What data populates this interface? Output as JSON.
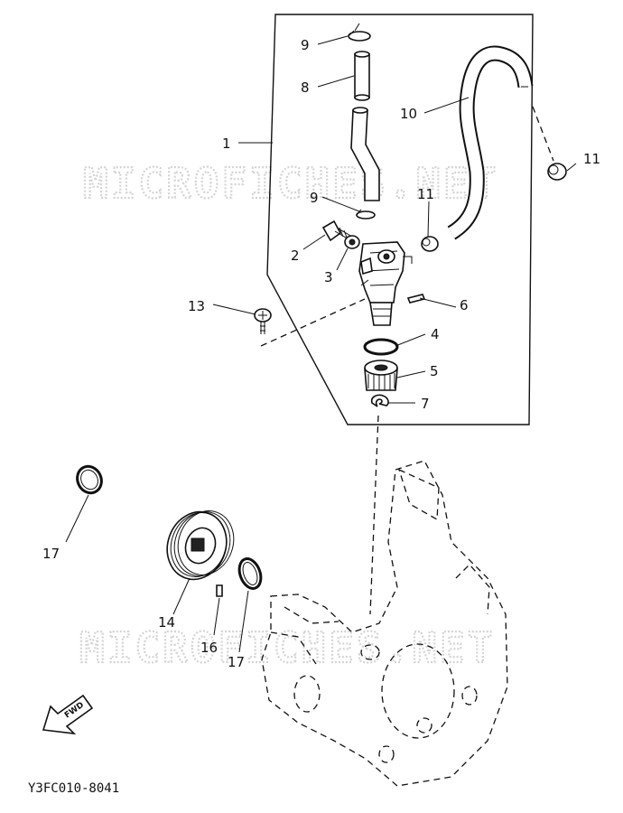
{
  "watermark": "MICROFICHES.NET",
  "drawing_code": "Y3FC010-8041",
  "fwd_label": "FWD",
  "callouts": [
    {
      "id": "c1",
      "text": "1"
    },
    {
      "id": "c2",
      "text": "2"
    },
    {
      "id": "c3",
      "text": "3"
    },
    {
      "id": "c4",
      "text": "4"
    },
    {
      "id": "c5",
      "text": "5"
    },
    {
      "id": "c6",
      "text": "6"
    },
    {
      "id": "c7",
      "text": "7"
    },
    {
      "id": "c8",
      "text": "8"
    },
    {
      "id": "c9a",
      "text": "9"
    },
    {
      "id": "c9b",
      "text": "9"
    },
    {
      "id": "c10",
      "text": "10"
    },
    {
      "id": "c11a",
      "text": "11"
    },
    {
      "id": "c11b",
      "text": "11"
    },
    {
      "id": "c13",
      "text": "13"
    },
    {
      "id": "c14",
      "text": "14"
    },
    {
      "id": "c16",
      "text": "16"
    },
    {
      "id": "c17a",
      "text": "17"
    },
    {
      "id": "c17b",
      "text": "17"
    }
  ]
}
